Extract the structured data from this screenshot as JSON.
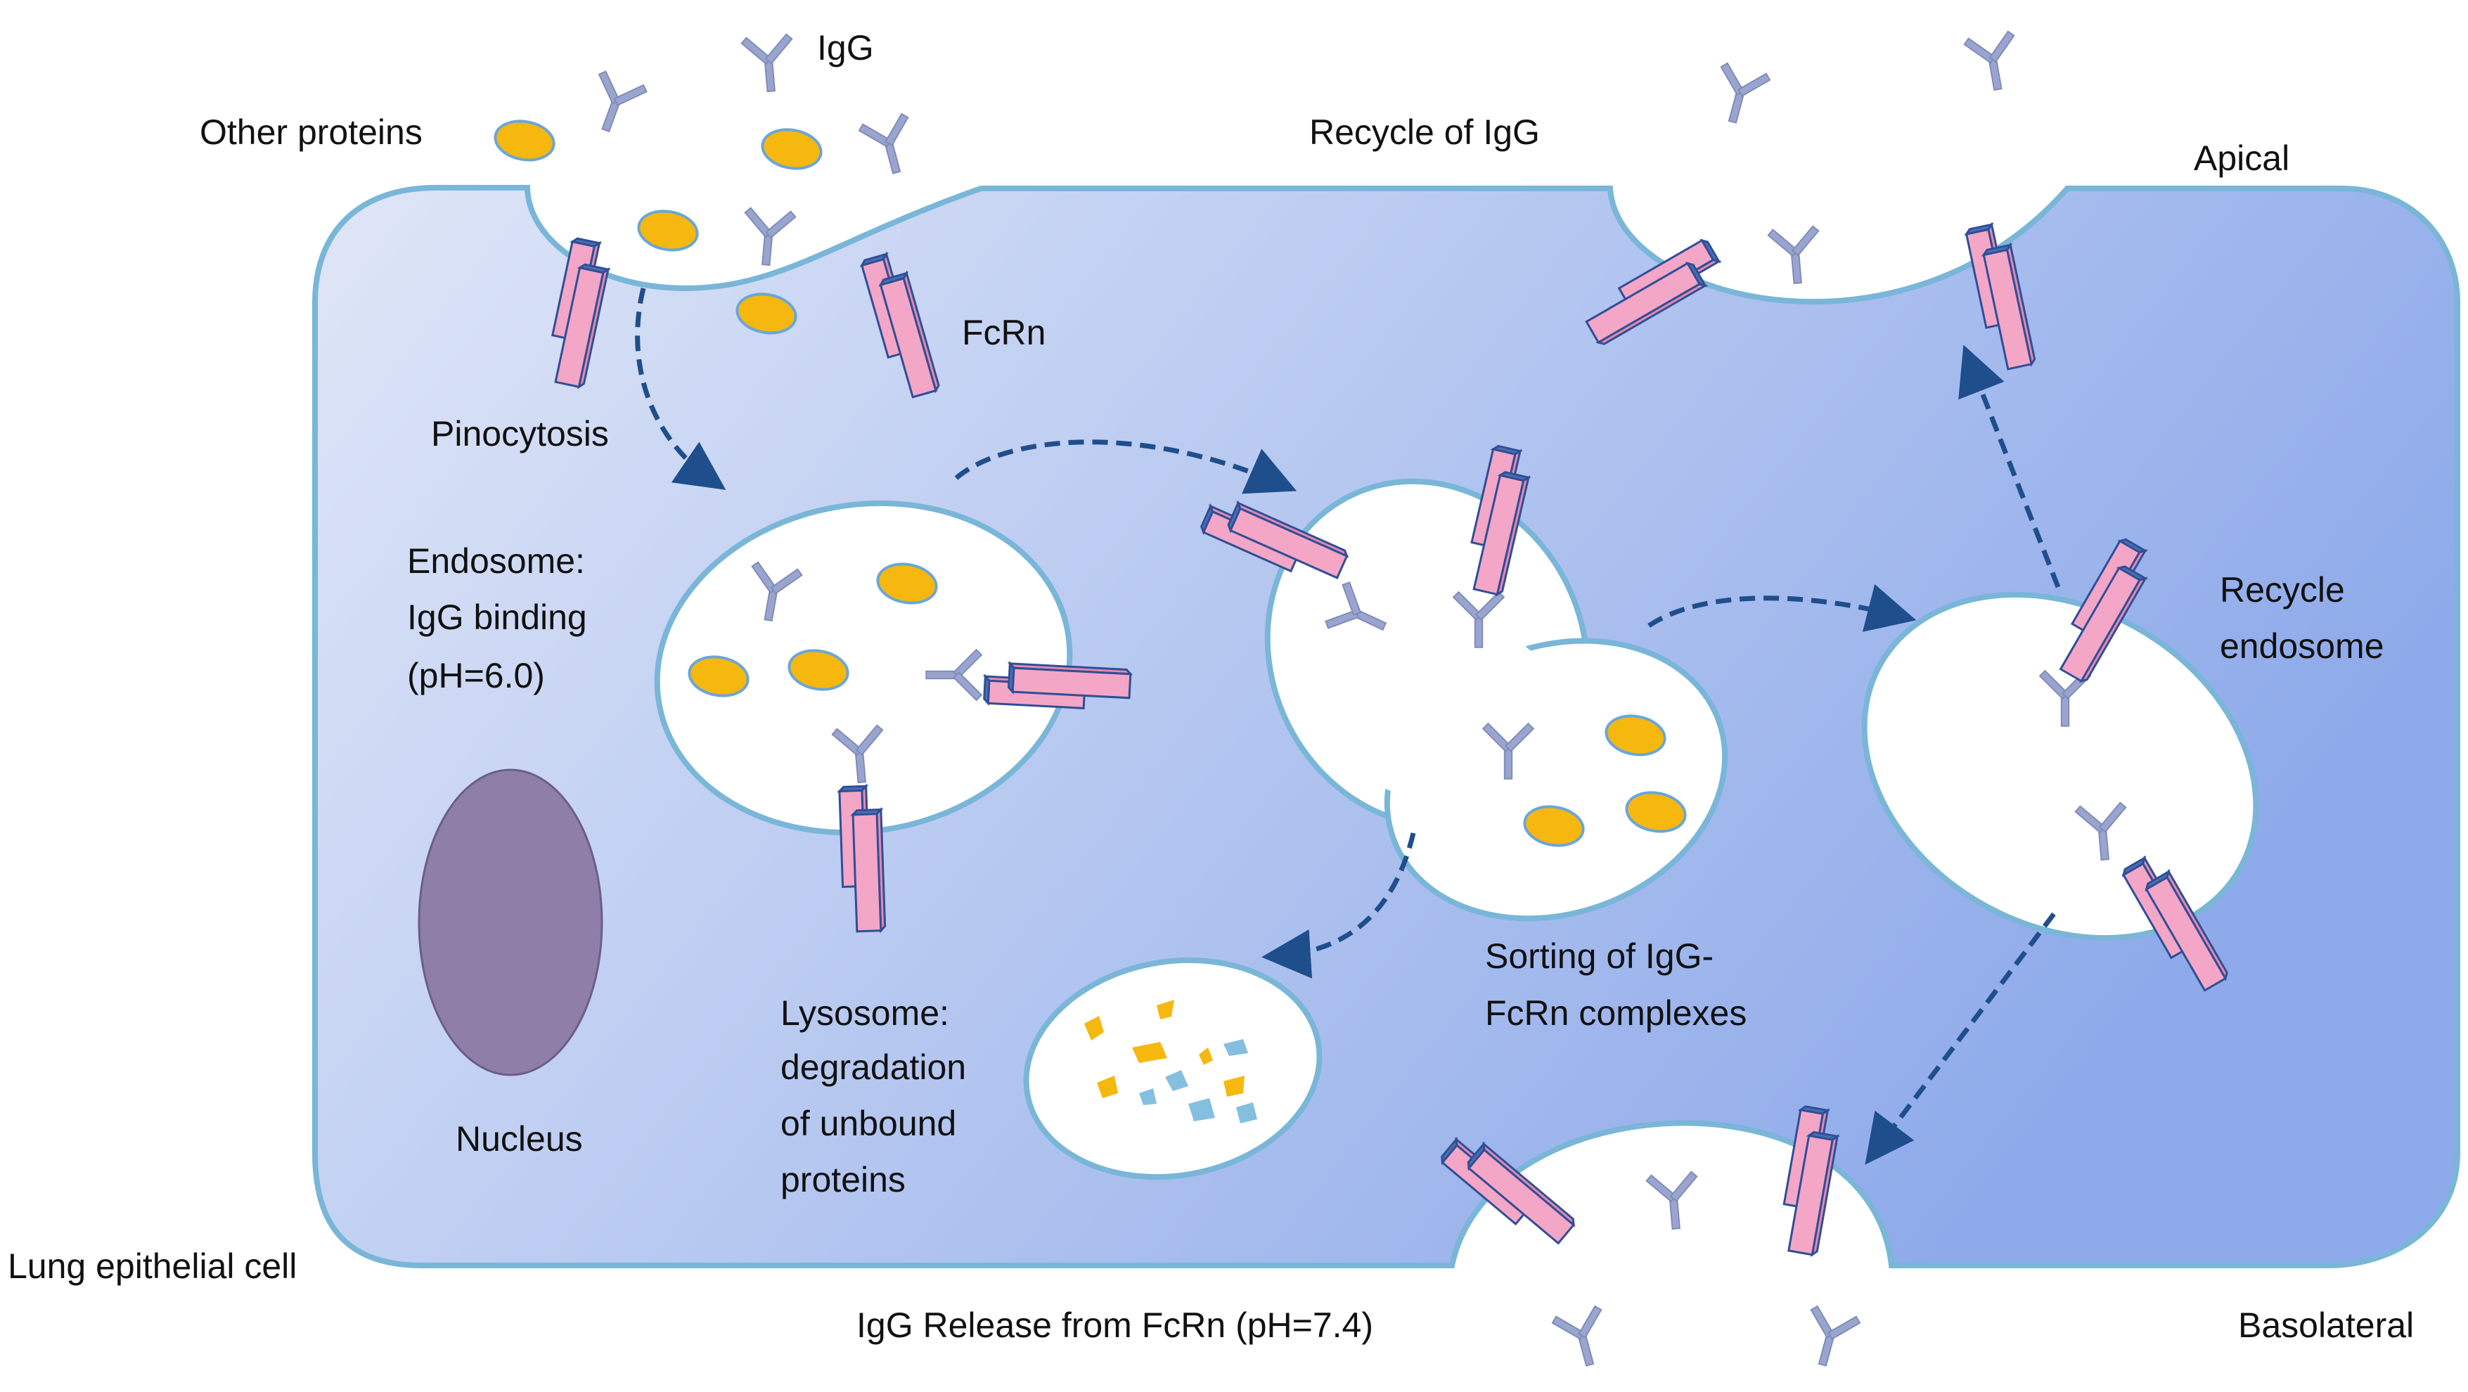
{
  "colors": {
    "cell_fill_light": "#dfe6f7",
    "cell_fill_dark": "#8eaaea",
    "membrane": "#79b6d8",
    "vesicle_fill": "#ffffff",
    "igg": "#9aa5cf",
    "fcrn_fill": "#f4a6c6",
    "fcrn_edge": "#2f4f96",
    "protein": "#f6b80f",
    "protein_edge": "#6aa6d8",
    "fragment_blue": "#84bfe0",
    "nucleus": "#8f7fa8",
    "arrow": "#1f4e8c"
  },
  "labels": {
    "igg": "IgG",
    "other_proteins": "Other proteins",
    "fcrn": "FcRn",
    "pinocytosis": "Pinocytosis",
    "endosome_1": "Endosome:",
    "endosome_2": "IgG binding",
    "endosome_3": "(pH=6.0)",
    "nucleus": "Nucleus",
    "lung_cell": "Lung epithelial cell",
    "recycle_igg": "Recycle of IgG",
    "apical": "Apical",
    "recycle_endosome_1": "Recycle",
    "recycle_endosome_2": "endosome",
    "sorting_1": "Sorting of IgG-",
    "sorting_2": "FcRn complexes",
    "lysosome_1": "Lysosome:",
    "lysosome_2": "degradation",
    "lysosome_3": "of unbound",
    "lysosome_4": "proteins",
    "release": "IgG Release from FcRn (pH=7.4)",
    "basolateral": "Basolateral"
  },
  "icons": [
    "igg-antibody-icon",
    "fcrn-receptor-icon",
    "protein-icon",
    "arrow-icon"
  ]
}
